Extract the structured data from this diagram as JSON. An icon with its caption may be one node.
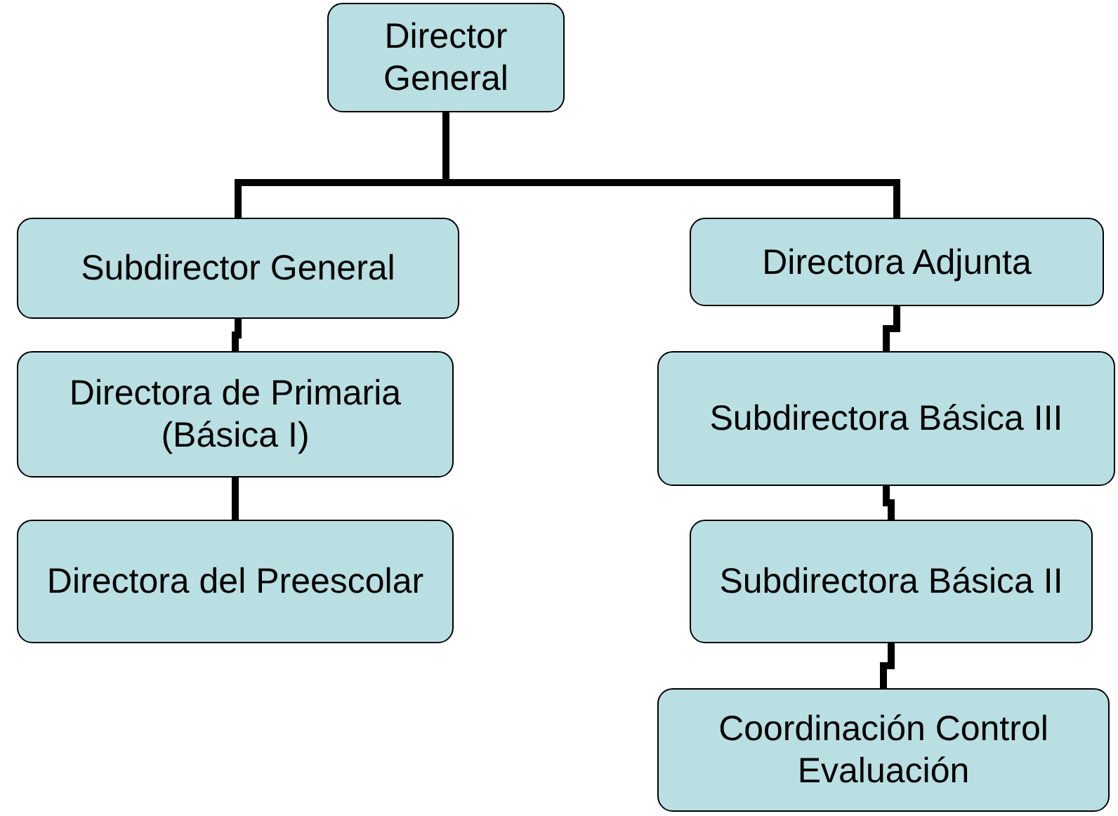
{
  "diagram": {
    "nodes": [
      {
        "text": [
          "Director General"
        ]
      },
      {
        "text": [
          "Subdirector General"
        ]
      },
      {
        "text": [
          "Directora Adjunta"
        ]
      },
      {
        "text": [
          "Directora de Primaria (Básica I)"
        ]
      },
      {
        "text": [
          "Directora del Preescolar"
        ]
      },
      {
        "text": [
          "Subdirectora Básica III"
        ]
      },
      {
        "text": [
          "Subdirectora Básica II"
        ]
      },
      {
        "text": [
          "Coordinación Control Evaluación"
        ]
      }
    ],
    "edges": [
      {
        "from": 0,
        "to": 1,
        "arrow": "none"
      },
      {
        "from": 0,
        "to": 2,
        "arrow": "none"
      },
      {
        "from": 1,
        "to": 3,
        "arrow": "none"
      },
      {
        "from": 3,
        "to": 4,
        "arrow": "none"
      },
      {
        "from": 2,
        "to": 5,
        "arrow": "none"
      },
      {
        "from": 5,
        "to": 6,
        "arrow": "none"
      },
      {
        "from": 6,
        "to": 7,
        "arrow": "none"
      }
    ]
  }
}
